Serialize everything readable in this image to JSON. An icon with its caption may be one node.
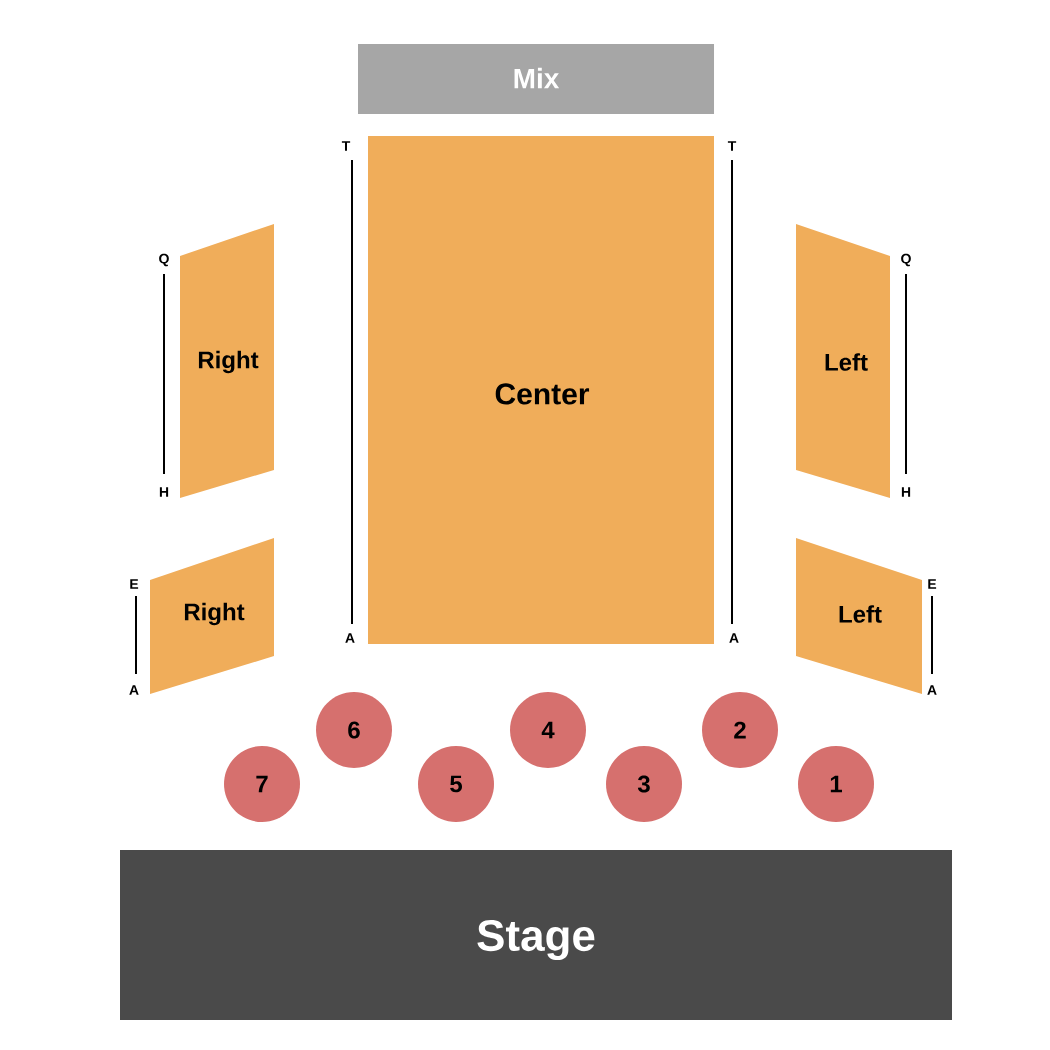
{
  "diagram": {
    "nodes": [
      {
        "text": [
          "Mix"
        ]
      },
      {
        "text": [
          "Right"
        ]
      },
      {
        "text": [
          "Center"
        ]
      },
      {
        "text": [
          "Left"
        ]
      },
      {
        "text": [
          "Right"
        ]
      },
      {
        "text": [
          "Left"
        ]
      },
      {
        "text": [
          "7"
        ]
      },
      {
        "text": [
          "6"
        ]
      },
      {
        "text": [
          "5"
        ]
      },
      {
        "text": [
          "4"
        ]
      },
      {
        "text": [
          "3"
        ]
      },
      {
        "text": [
          "2"
        ]
      },
      {
        "text": [
          "1"
        ]
      },
      {
        "text": [
          "Stage"
        ]
      }
    ],
    "labels": [
      "T",
      "T",
      "Q",
      "Q",
      "H",
      "H",
      "E",
      "E",
      "A",
      "A",
      "A",
      "A"
    ]
  }
}
